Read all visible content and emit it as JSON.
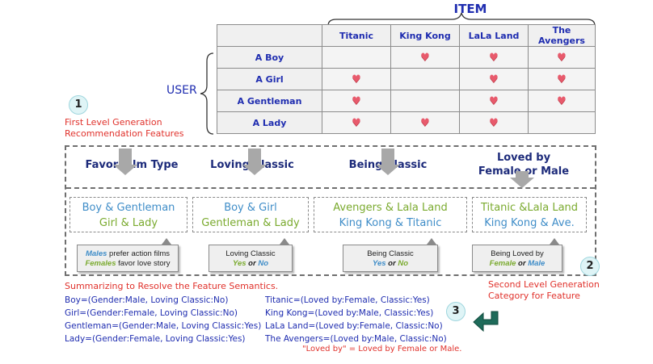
{
  "header": {
    "item_label": "ITEM",
    "user_label": "USER"
  },
  "matrix": {
    "columns": [
      "Titanic",
      "King Kong",
      "LaLa Land",
      "The Avengers"
    ],
    "rows": [
      {
        "user": "A Boy",
        "likes": [
          false,
          true,
          true,
          true
        ]
      },
      {
        "user": "A Girl",
        "likes": [
          true,
          false,
          true,
          true
        ]
      },
      {
        "user": "A Gentleman",
        "likes": [
          true,
          false,
          true,
          true
        ]
      },
      {
        "user": "A Lady",
        "likes": [
          true,
          true,
          true,
          false
        ]
      }
    ],
    "heart_icon": "heart-icon",
    "heart_color": "#e85a6c"
  },
  "steps": {
    "one": {
      "num": "1",
      "line1": "First Level Generation",
      "line2": "Recommendation Features"
    },
    "two": {
      "num": "2",
      "line1": "Second Level Generation",
      "line2": "Category for Feature"
    },
    "three": {
      "num": "3"
    }
  },
  "features": [
    {
      "title_line1": "Favor Film Type",
      "title_line2": ""
    },
    {
      "title_line1": "Loving Classic",
      "title_line2": ""
    },
    {
      "title_line1": "Being Classic",
      "title_line2": ""
    },
    {
      "title_line1": "Loved by",
      "title_line2": "Female or Male"
    }
  ],
  "groups": [
    {
      "line1": "Boy & Gentleman",
      "line2": "Girl & Lady",
      "color1": "#3f8dc8",
      "color2": "#7aaa2e"
    },
    {
      "line1": "Boy & Girl",
      "line2": "Gentleman & Lady",
      "color1": "#3f8dc8",
      "color2": "#7aaa2e"
    },
    {
      "line1": "Avengers & Lala Land",
      "line2": "King Kong & Titanic",
      "color1": "#7aaa2e",
      "color2": "#3f8dc8"
    },
    {
      "line1": "Titanic &Lala Land",
      "line2": "King Kong & Ave.",
      "color1": "#7aaa2e",
      "color2": "#3f8dc8"
    }
  ],
  "bubbles": [
    {
      "a1": "Males",
      "a2": " prefer action films",
      "b1": "Females",
      "b2": " favor love story"
    },
    {
      "text": "Loving Classic",
      "opt1": "Yes",
      "or": " or ",
      "opt2": "No"
    },
    {
      "text": "Being Classic",
      "opt1": "Yes",
      "or": " or ",
      "opt2": "No"
    },
    {
      "text": "Being Loved by",
      "opt1": "Female",
      "or": " or ",
      "opt2": "Male"
    }
  ],
  "semantics": {
    "heading": "Summarizing to Resolve the Feature Semantics.",
    "users": [
      "Boy=(Gender:Male, Loving Classic:No)",
      "Girl=(Gender:Female, Loving Classic:No)",
      "Gentleman=(Gender:Male, Loving Classic:Yes)",
      "Lady=(Gender:Female, Loving Classic:Yes)"
    ],
    "items": [
      "Titanic=(Loved by:Female, Classic:Yes)",
      "King Kong=(Loved by:Male, Classic:Yes)",
      "LaLa Land=(Loved by:Female, Classic:No)",
      "The Avengers=(Loved by:Male, Classic:No)"
    ],
    "note": "\"Loved by\" = Loved by Female or Male."
  }
}
